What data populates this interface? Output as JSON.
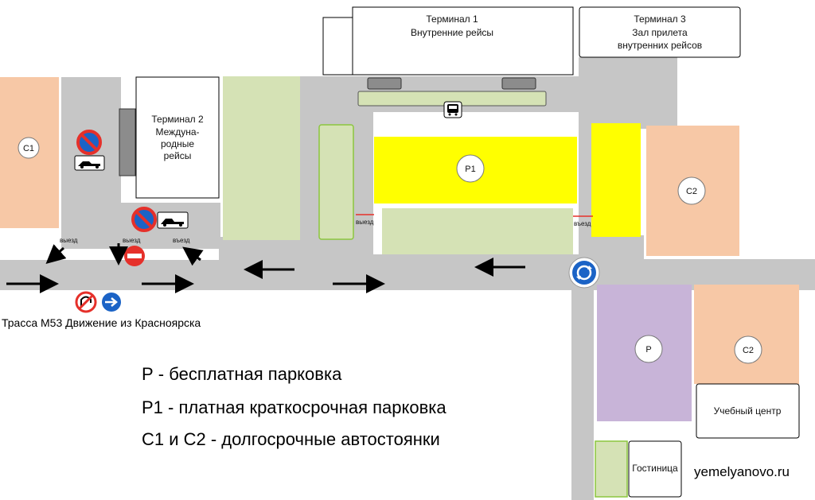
{
  "buildings": {
    "terminal1": {
      "name": "Терминал 1",
      "sub": "Внутренние рейсы"
    },
    "terminal2": {
      "name": "Терминал 2",
      "line2": "Междуна-",
      "line3": "родные",
      "line4": "рейсы"
    },
    "terminal3": {
      "name": "Терминал 3",
      "line2": "Зал прилета",
      "line3": "внутренних рейсов"
    },
    "training_center": "Учебный центр",
    "hotel": "Гостиница"
  },
  "zones": {
    "c1": "C1",
    "c2_right": "C2",
    "c2_bottom": "C2",
    "p1": "P1",
    "p": "P"
  },
  "road_labels": {
    "exit_left": "выезд",
    "exit_mid": "выезд",
    "entry_mid": "въезд",
    "exit_p1": "выезд",
    "entry_p1": "въезд"
  },
  "highway_label": "Трасса М53 Движение из Красноярска",
  "legend": [
    "Р - бесплатная парковка",
    "Р1 - платная краткосрочная парковка",
    "С1 и С2 - долгосрочные автостоянки"
  ],
  "website": "yemelyanovo.ru",
  "colors": {
    "road": "#c6c6c6",
    "long_term": "#f7c8a6",
    "green": "#d5e2b5",
    "paid": "#ffff00",
    "free": "#c8b4d8",
    "sign_blue": "#1b63c6",
    "sign_red": "#e5302a"
  },
  "icons": [
    "no-parking-sign-icon",
    "tow-truck-icon",
    "no-entry-sign-icon",
    "no-u-turn-sign-icon",
    "keep-right-sign-icon",
    "roundabout-sign-icon",
    "bus-stop-icon"
  ]
}
